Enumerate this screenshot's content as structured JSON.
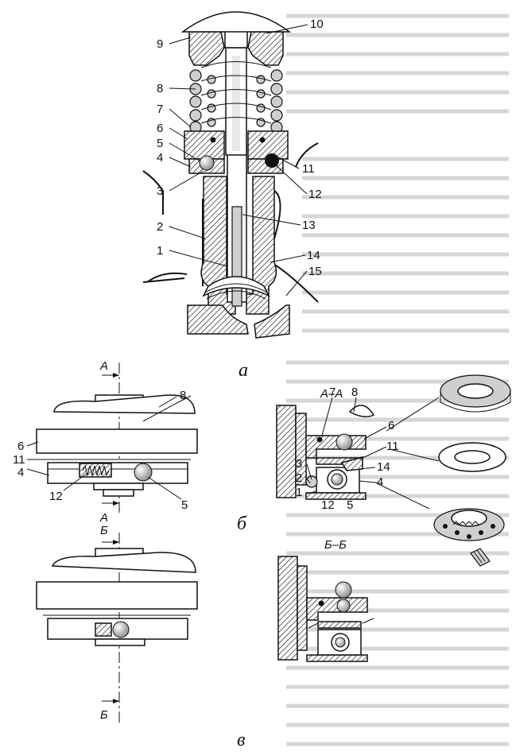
{
  "figure": {
    "captions": {
      "a": "а",
      "b": "б",
      "v": "в"
    },
    "sections": {
      "aa_top": "А",
      "aa_bottom": "А",
      "bb_top": "Б",
      "bb_bottom": "Б",
      "aa_title": "А–А",
      "bb_title": "Б–Б"
    },
    "labels_a": [
      "1",
      "2",
      "3",
      "4",
      "5",
      "6",
      "7",
      "8",
      "9",
      "10",
      "11",
      "12",
      "13",
      "14",
      "15"
    ],
    "labels_b_left": [
      "8",
      "6",
      "11",
      "4",
      "12",
      "5"
    ],
    "labels_b_right": [
      "7",
      "8",
      "6",
      "11",
      "3",
      "2",
      "1",
      "14",
      "4",
      "12",
      "5"
    ]
  }
}
